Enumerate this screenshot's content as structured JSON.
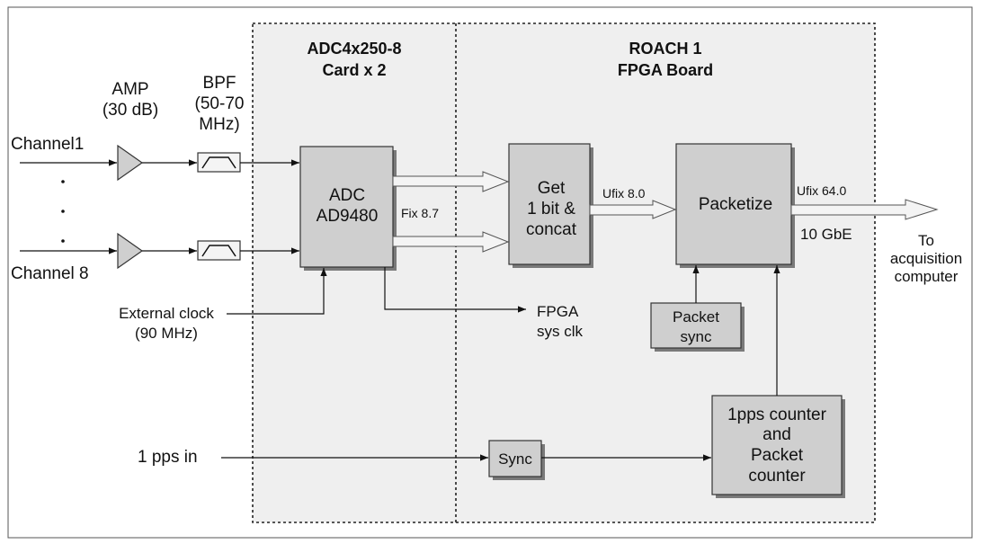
{
  "sections": {
    "adc_card": [
      "ADC4x250-8",
      "Card x 2"
    ],
    "roach": [
      "ROACH 1",
      "FPGA Board"
    ]
  },
  "inputs": {
    "channel_first": "Channel1",
    "channel_last": "Channel 8",
    "ext_clock": [
      "External clock",
      "(90 MHz)"
    ],
    "pps_in": "1 pps in"
  },
  "amp": [
    "AMP",
    "(30 dB)"
  ],
  "bpf": [
    "BPF",
    "(50-70",
    "MHz)"
  ],
  "adc": [
    "ADC",
    "AD9480"
  ],
  "get": [
    "Get",
    "1 bit &",
    "concat"
  ],
  "packetize": "Packetize",
  "packet_sync": [
    "Packet",
    "sync"
  ],
  "sync": "Sync",
  "counter": [
    "1pps counter",
    "and",
    "Packet",
    "counter"
  ],
  "signals": {
    "fix": "Fix 8.7",
    "ufix8": "Ufix 8.0",
    "ufix64": "Ufix 64.0",
    "gbe": "10 GbE",
    "fpga_clk": [
      "FPGA",
      "sys clk"
    ],
    "dest": [
      "To",
      "acquisition",
      "computer"
    ]
  }
}
